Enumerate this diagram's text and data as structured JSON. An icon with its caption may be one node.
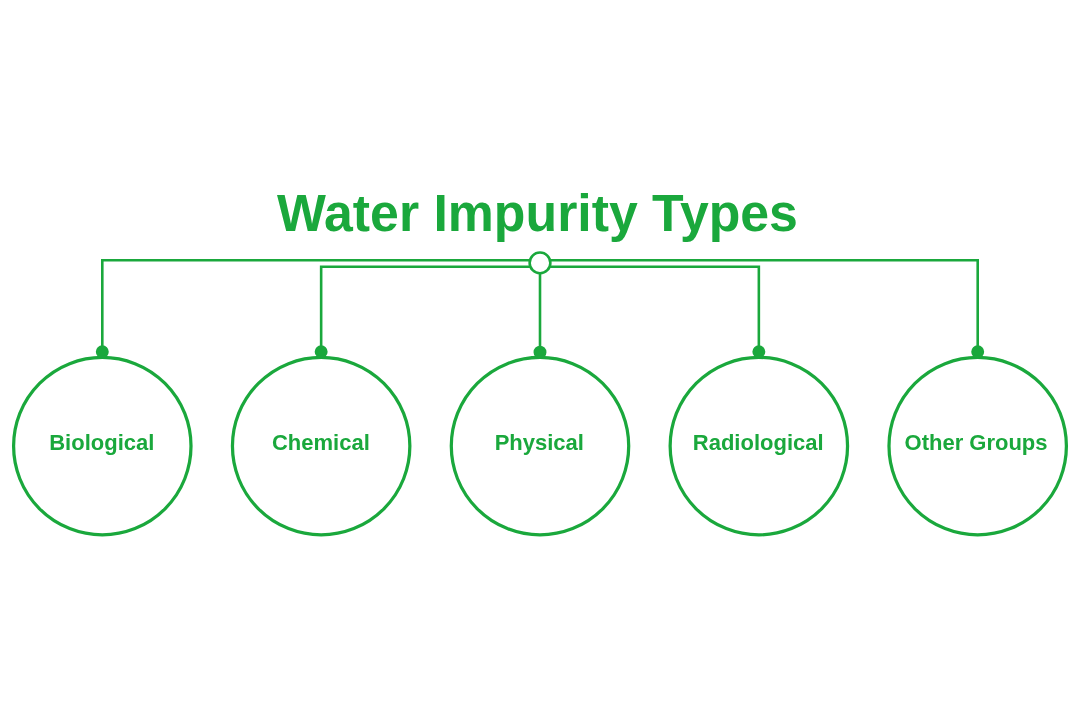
{
  "diagram": {
    "title": "Water Impurity Types",
    "nodes": [
      {
        "text": [],
        "shape": "circle"
      },
      {
        "text": [
          "Biological"
        ]
      },
      {
        "text": [
          "Chemical"
        ]
      },
      {
        "text": [
          "Physical"
        ]
      },
      {
        "text": [
          "Radiological"
        ]
      },
      {
        "text": [
          "Other Groups"
        ]
      }
    ],
    "edges": [
      {
        "from": 0,
        "to": 1,
        "arrow": "other"
      },
      {
        "from": 0,
        "to": 2,
        "arrow": "other"
      },
      {
        "from": 0,
        "to": 3,
        "arrow": "other"
      },
      {
        "from": 0,
        "to": 4,
        "arrow": "other"
      },
      {
        "from": 0,
        "to": 5,
        "arrow": "other"
      }
    ]
  }
}
